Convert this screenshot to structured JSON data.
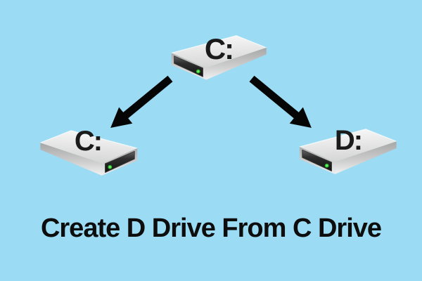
{
  "background_color": "#9BDBF3",
  "title": {
    "text": "Create D Drive From C Drive",
    "color": "#0D0D0D"
  },
  "diagram": {
    "source_drive": {
      "label": "C:",
      "icon": "hard-drive-icon"
    },
    "left_target_drive": {
      "label": "C:",
      "icon": "hard-drive-icon"
    },
    "right_target_drive": {
      "label": "D:",
      "icon": "hard-drive-icon"
    },
    "arrow_color": "#050505",
    "led_color": "#3EDE3E",
    "drive_body_color": "#E3E3E3",
    "drive_panel_color": "#1E1E1E"
  }
}
